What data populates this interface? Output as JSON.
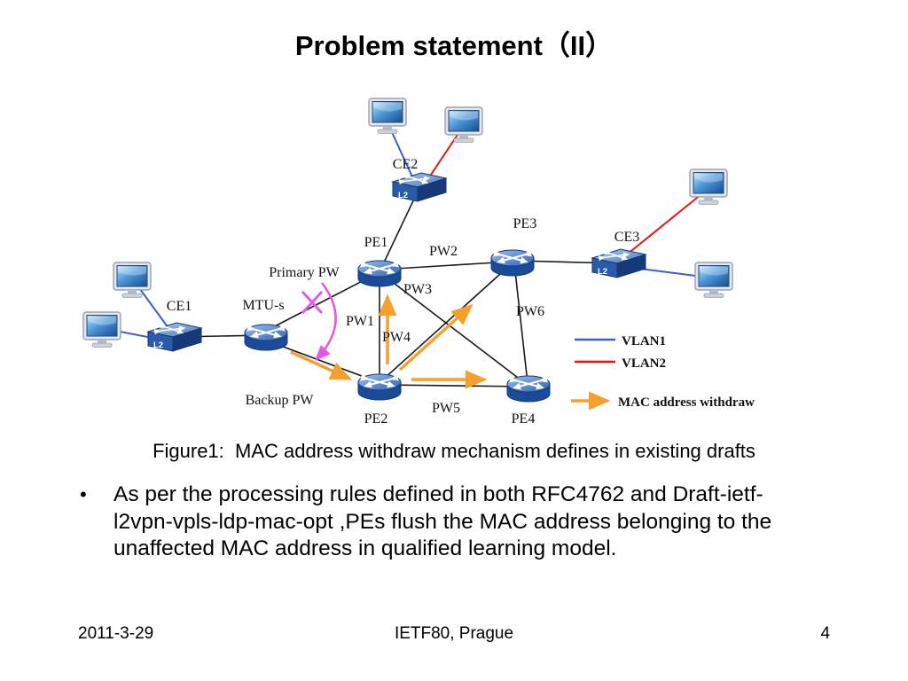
{
  "slide": {
    "title": "Problem statement（II）",
    "caption": "Figure1:  MAC address withdraw mechanism defines in existing drafts",
    "bullet_glyph": "•",
    "bullet": "As per the processing rules defined in both RFC4762 and Draft-ietf-l2vpn-vpls-ldp-mac-opt ,PEs flush the MAC address belonging to the unaffected MAC address in qualified learning model.",
    "footer": {
      "date": "2011-3-29",
      "venue": "IETF80, Prague",
      "page": "4"
    }
  },
  "diagram": {
    "switch_label": "L2",
    "nodes": {
      "ce1": "CE1",
      "ce2": "CE2",
      "ce3": "CE3",
      "mtu": "MTU-s",
      "pe1": "PE1",
      "pe2": "PE2",
      "pe3": "PE3",
      "pe4": "PE4"
    },
    "links": {
      "primary": "Primary PW",
      "backup": "Backup PW",
      "pw1": "PW1",
      "pw2": "PW2",
      "pw3": "PW3",
      "pw4": "PW4",
      "pw5": "PW5",
      "pw6": "PW6"
    },
    "legend": {
      "vlan1": "VLAN1",
      "vlan2": "VLAN2",
      "withdraw": "MAC address withdraw"
    },
    "colors": {
      "vlan1": "#3c5fc8",
      "vlan2": "#ee1111",
      "withdraw": "#f5a02c",
      "switchover": "#e757e7",
      "link": "#1a1a1a"
    }
  }
}
